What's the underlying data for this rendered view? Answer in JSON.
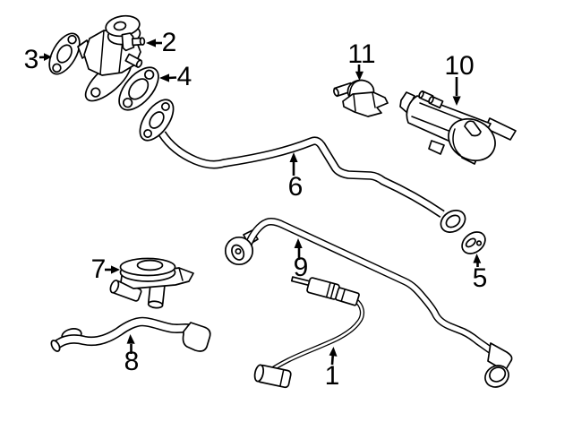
{
  "figure": {
    "background_color": "#ffffff",
    "line_color": "#000000",
    "label_color": "#000000",
    "callouts": [
      {
        "number": "1"
      },
      {
        "number": "2"
      },
      {
        "number": "3"
      },
      {
        "number": "4"
      },
      {
        "number": "5"
      },
      {
        "number": "6"
      },
      {
        "number": "7"
      },
      {
        "number": "8"
      },
      {
        "number": "9"
      },
      {
        "number": "10"
      },
      {
        "number": "11"
      }
    ]
  }
}
